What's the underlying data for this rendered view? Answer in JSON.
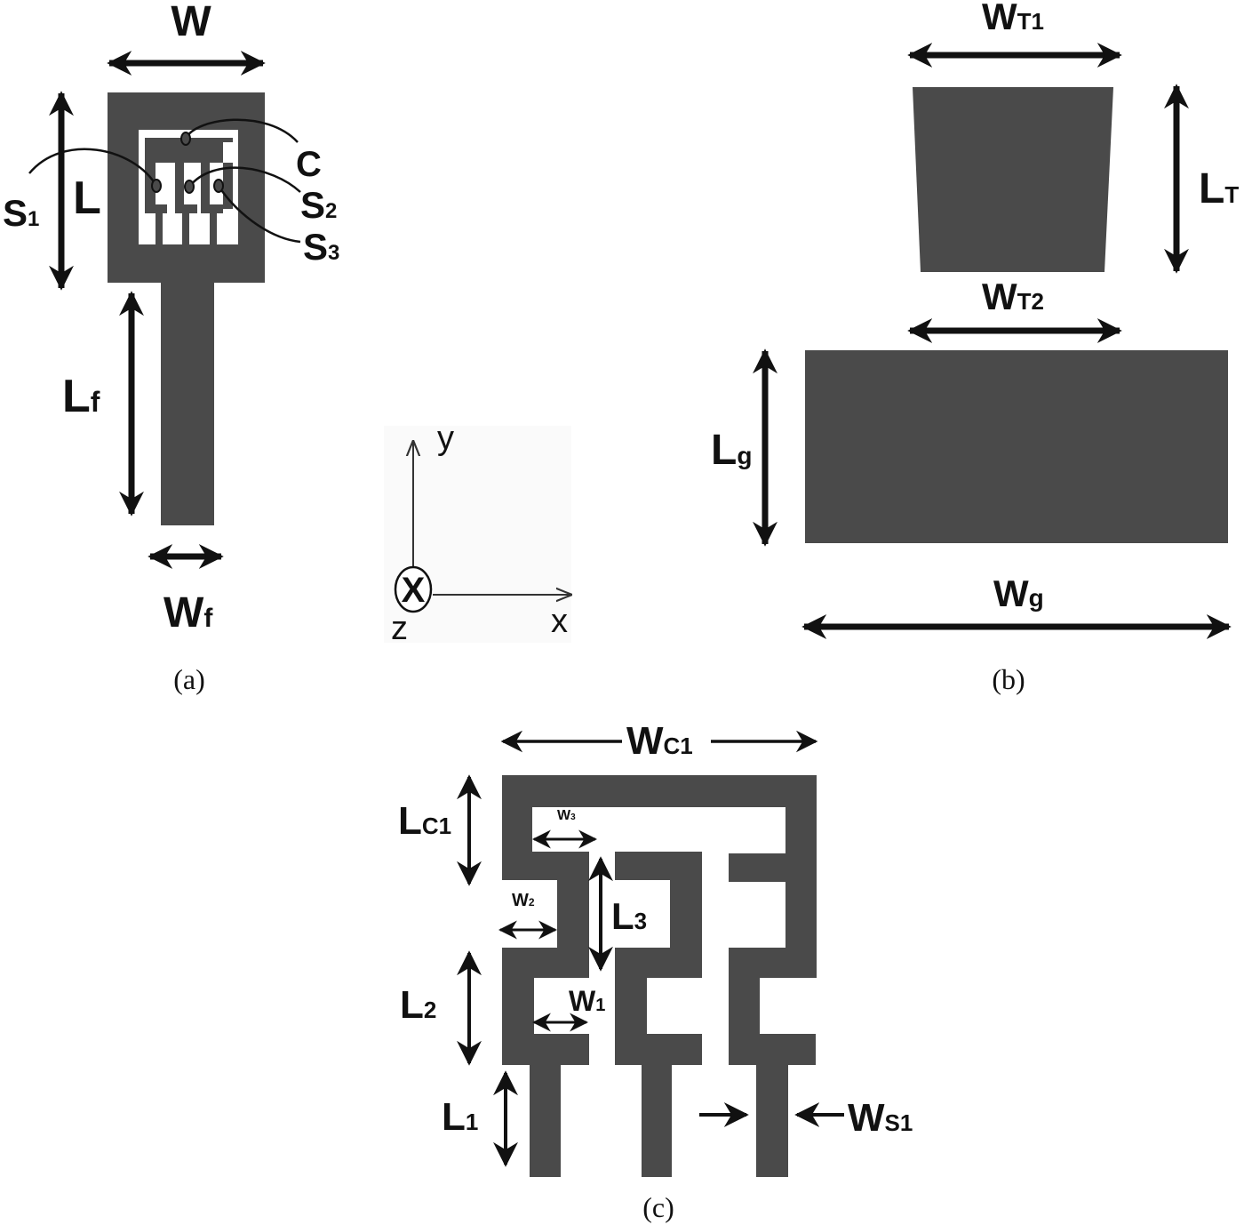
{
  "colors": {
    "metal": "#4a4a4a",
    "ink": "#111111",
    "background": "#ffffff"
  },
  "panel_a": {
    "caption": "(a)",
    "dims": {
      "W": "W",
      "L": "L",
      "Lf_main": "L",
      "Lf_sub": "f",
      "Wf_main": "W",
      "Wf_sub": "f"
    },
    "callouts": {
      "C": "C",
      "S1_main": "S",
      "S1_sub": "1",
      "S2_main": "S",
      "S2_sub": "2",
      "S3_main": "S",
      "S3_sub": "3"
    }
  },
  "axes": {
    "y": "y",
    "x": "x",
    "z": "z",
    "into_page_symbol": "X"
  },
  "panel_b": {
    "caption": "(b)",
    "dims": {
      "WT1_main": "W",
      "WT1_sub": "T1",
      "LT_main": "L",
      "LT_sub": "T",
      "WT2_main": "W",
      "WT2_sub": "T2",
      "Lg_main": "L",
      "Lg_sub": "g",
      "Wg_main": "W",
      "Wg_sub": "g"
    }
  },
  "panel_c": {
    "caption": "(c)",
    "dims": {
      "WC1_main": "W",
      "WC1_sub": "C1",
      "LC1_main": "L",
      "LC1_sub": "C1",
      "W3_main": "W",
      "W3_sub": "3",
      "W2_main": "W",
      "W2_sub": "2",
      "L3_main": "L",
      "L3_sub": "3",
      "L2_main": "L",
      "L2_sub": "2",
      "W1_main": "W",
      "W1_sub": "1",
      "L1_main": "L",
      "L1_sub": "1",
      "WS1_main": "W",
      "WS1_sub": "S1"
    }
  }
}
